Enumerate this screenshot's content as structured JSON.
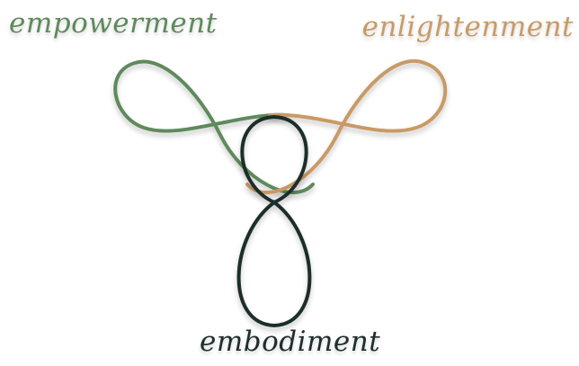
{
  "labels": {
    "top_left": "empowerment",
    "top_right": "enlightenment",
    "bottom": "embodiment"
  },
  "colors": {
    "empowerment": "#5e8a5c",
    "enlightenment": "#c99a66",
    "embodiment": "#1f2e2c",
    "background": "#ffffff"
  }
}
